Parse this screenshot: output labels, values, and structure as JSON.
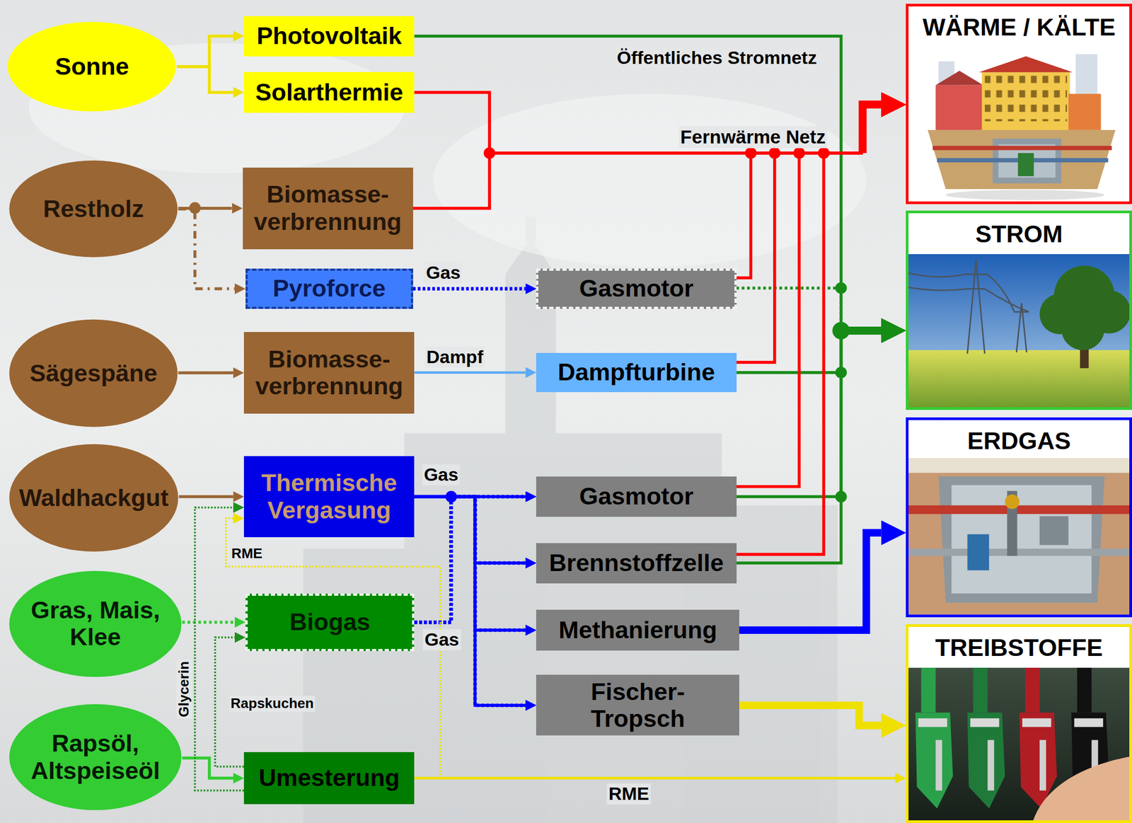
{
  "diagram": {
    "nodes": [
      {
        "text": [
          "Sonne"
        ]
      },
      {
        "text": [
          "Restholz"
        ]
      },
      {
        "text": [
          "Sägespäne"
        ]
      },
      {
        "text": [
          "Waldhackgut"
        ]
      },
      {
        "text": [
          "Gras, Mais, Klee"
        ]
      },
      {
        "text": [
          "Rapsöl, Altspeiseöl"
        ]
      },
      {
        "text": [
          "Photovoltaik"
        ]
      },
      {
        "text": [
          "Solarthermie"
        ]
      },
      {
        "text": [
          "Biomasse- verbrennung"
        ]
      },
      {
        "text": [
          "Pyroforce"
        ]
      },
      {
        "text": [
          "Biomasse- verbrennung"
        ]
      },
      {
        "text": [
          "Thermische Vergasung"
        ]
      },
      {
        "text": [
          "Biogas"
        ]
      },
      {
        "text": [
          "Umesterung"
        ]
      },
      {
        "text": [
          "Gasmotor"
        ]
      },
      {
        "text": [
          "Dampfturbine"
        ]
      },
      {
        "text": [
          "Gasmotor"
        ]
      },
      {
        "text": [
          "Brennstoffzelle"
        ]
      },
      {
        "text": [
          "Methanierung"
        ]
      },
      {
        "text": [
          "Fischer-Tropsch"
        ]
      },
      {
        "text": [
          "WÄRME / KÄLTE"
        ]
      },
      {
        "text": [
          "STROM"
        ]
      },
      {
        "text": [
          "ERDGAS"
        ]
      },
      {
        "text": [
          "TREIBSTOFFE"
        ]
      }
    ],
    "edges": [
      {
        "from": 0,
        "to": 6,
        "arrow": "to"
      },
      {
        "from": 0,
        "to": 7,
        "arrow": "to"
      },
      {
        "from": 6,
        "to": 21,
        "label": "Öffentliches Stromnetz",
        "arrow": "to"
      },
      {
        "from": 7,
        "to": 20,
        "label": "Fernwärme Netz",
        "arrow": "to"
      },
      {
        "from": 8,
        "to": 20,
        "arrow": "to"
      },
      {
        "from": 1,
        "to": 8,
        "arrow": "to"
      },
      {
        "from": 1,
        "to": 9,
        "arrow": "to"
      },
      {
        "from": 9,
        "to": 14,
        "label": "Gas",
        "arrow": "to"
      },
      {
        "from": 14,
        "to": 20,
        "arrow": "to"
      },
      {
        "from": 14,
        "to": 21,
        "arrow": "to"
      },
      {
        "from": 2,
        "to": 10,
        "arrow": "to"
      },
      {
        "from": 10,
        "to": 15,
        "label": "Dampf",
        "arrow": "to"
      },
      {
        "from": 15,
        "to": 20,
        "arrow": "to"
      },
      {
        "from": 15,
        "to": 21,
        "arrow": "to"
      },
      {
        "from": 3,
        "to": 11,
        "arrow": "to"
      },
      {
        "from": 11,
        "to": 16,
        "label": "Gas",
        "arrow": "to"
      },
      {
        "from": 11,
        "to": 17,
        "arrow": "to"
      },
      {
        "from": 11,
        "to": 18,
        "arrow": "to"
      },
      {
        "from": 11,
        "to": 19,
        "arrow": "to"
      },
      {
        "from": 12,
        "to": 16,
        "label": "Gas",
        "arrow": "to"
      },
      {
        "from": 12,
        "to": 17,
        "arrow": "to"
      },
      {
        "from": 12,
        "to": 18,
        "arrow": "to"
      },
      {
        "from": 12,
        "to": 19,
        "arrow": "to"
      },
      {
        "from": 16,
        "to": 20,
        "arrow": "to"
      },
      {
        "from": 16,
        "to": 21,
        "arrow": "to"
      },
      {
        "from": 17,
        "to": 20,
        "arrow": "to"
      },
      {
        "from": 17,
        "to": 21,
        "arrow": "to"
      },
      {
        "from": 18,
        "to": 22,
        "arrow": "to"
      },
      {
        "from": 19,
        "to": 23,
        "arrow": "to"
      },
      {
        "from": 4,
        "to": 12,
        "arrow": "to"
      },
      {
        "from": 5,
        "to": 13,
        "arrow": "to"
      },
      {
        "from": 13,
        "to": 11,
        "label": "Glycerin",
        "arrow": "to"
      },
      {
        "from": 13,
        "to": 12,
        "label": "Rapskuchen",
        "arrow": "to"
      },
      {
        "from": 13,
        "to": 11,
        "label": "RME",
        "arrow": "to"
      },
      {
        "from": 13,
        "to": 23,
        "label": "RME",
        "arrow": "to"
      }
    ]
  }
}
